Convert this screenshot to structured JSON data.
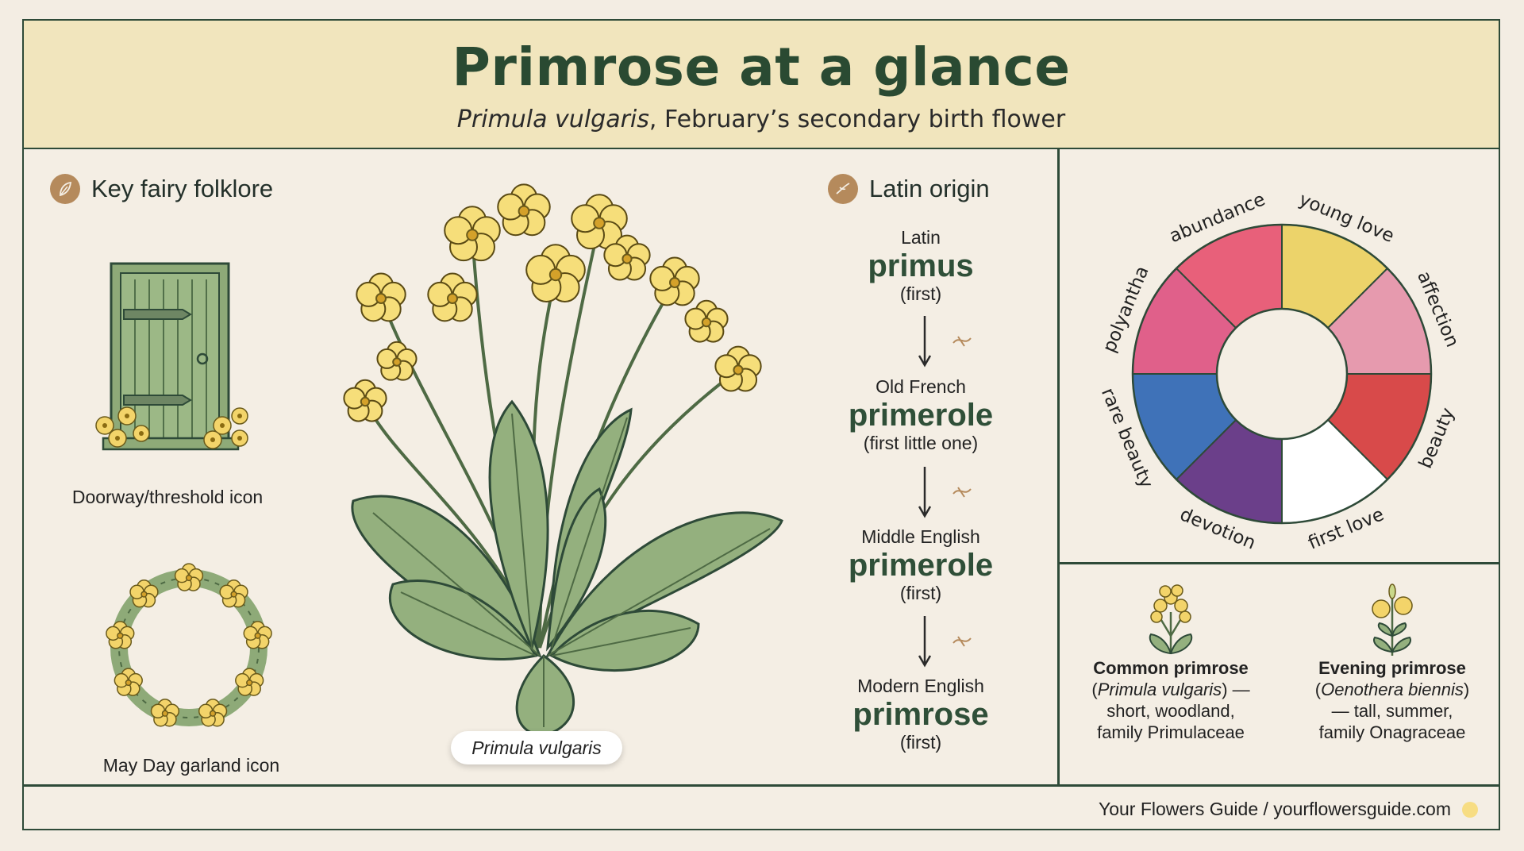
{
  "header": {
    "title": "Primrose at a glance",
    "subtitle_latin": "Primula vulgaris",
    "subtitle_rest": ", February’s secondary birth flower"
  },
  "folklore": {
    "heading": "Key fairy folklore",
    "icons": [
      {
        "icon": "door-icon",
        "caption": "Doorway/threshold icon"
      },
      {
        "icon": "garland-icon",
        "caption": "May Day garland icon"
      }
    ]
  },
  "plant": {
    "icon": "primrose-plant-illustration",
    "label": "Primula vulgaris"
  },
  "latin_origin": {
    "heading": "Latin origin",
    "steps": [
      {
        "language": "Latin",
        "word": "primus",
        "gloss": "(first)"
      },
      {
        "language": "Old French",
        "word": "primerole",
        "gloss": "(first little one)"
      },
      {
        "language": "Middle English",
        "word": "primerole",
        "gloss": "(first)"
      },
      {
        "language": "Modern English",
        "word": "primrose",
        "gloss": "(first)"
      }
    ]
  },
  "meanings_wheel": {
    "segments": [
      {
        "label": "young love",
        "color": "#ecd36a"
      },
      {
        "label": "affection",
        "color": "#e69aae"
      },
      {
        "label": "beauty",
        "color": "#d84a4a"
      },
      {
        "label": "first love",
        "color": "#ffffff"
      },
      {
        "label": "devotion",
        "color": "#6b3f8a"
      },
      {
        "label": "rare beauty",
        "color": "#3f72b8"
      },
      {
        "label": "polyantha",
        "color": "#e0608a"
      },
      {
        "label": "abundance",
        "color": "#e8607a"
      }
    ]
  },
  "comparison": [
    {
      "icon": "common-primrose-icon",
      "name": "Common primrose",
      "latin": "Primula vulgaris",
      "desc_before": "(",
      "desc_after": ") —",
      "line2": "short, woodland,",
      "line3": "family Primulaceae"
    },
    {
      "icon": "evening-primrose-icon",
      "name": "Evening primrose",
      "latin": "Oenothera biennis",
      "desc_before": "(",
      "desc_after": ")",
      "line2": "— tall, summer,",
      "line3": "family Onagraceae"
    }
  ],
  "footer": {
    "text": "Your Flowers Guide / yourflowersguide.com",
    "dot_color": "#f7dd83"
  }
}
